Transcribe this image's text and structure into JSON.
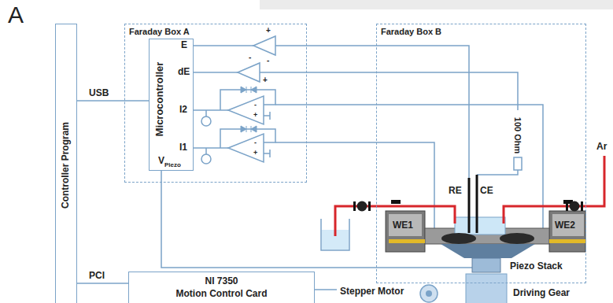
{
  "diagram": {
    "nodes": [
      {
        "text": [
          "Controller Program"
        ]
      },
      {
        "text": [
          "Faraday Box A"
        ]
      },
      {
        "text": [
          "Microcontroller"
        ],
        "in": 1
      },
      {
        "text": [
          "Faraday Box B"
        ]
      },
      {
        "text": [
          "NI 7350",
          "Motion Control Card"
        ]
      }
    ],
    "edges": [
      {
        "from": 0,
        "to": 2,
        "label": "USB",
        "arrow": "none"
      },
      {
        "from": 0,
        "to": 4,
        "label": "PCI",
        "arrow": "none"
      }
    ],
    "labels": [
      "A",
      "E",
      "dE",
      "I2",
      "I1",
      "V",
      "Piezo",
      "+",
      "-",
      "-",
      "+",
      "-",
      "+",
      "-",
      "+",
      "100 Ohm",
      "RE",
      "CE",
      "WE1",
      "WE2",
      "Piezo Stack",
      "Stepper Motor",
      "Driving Gear",
      "Ar"
    ]
  }
}
